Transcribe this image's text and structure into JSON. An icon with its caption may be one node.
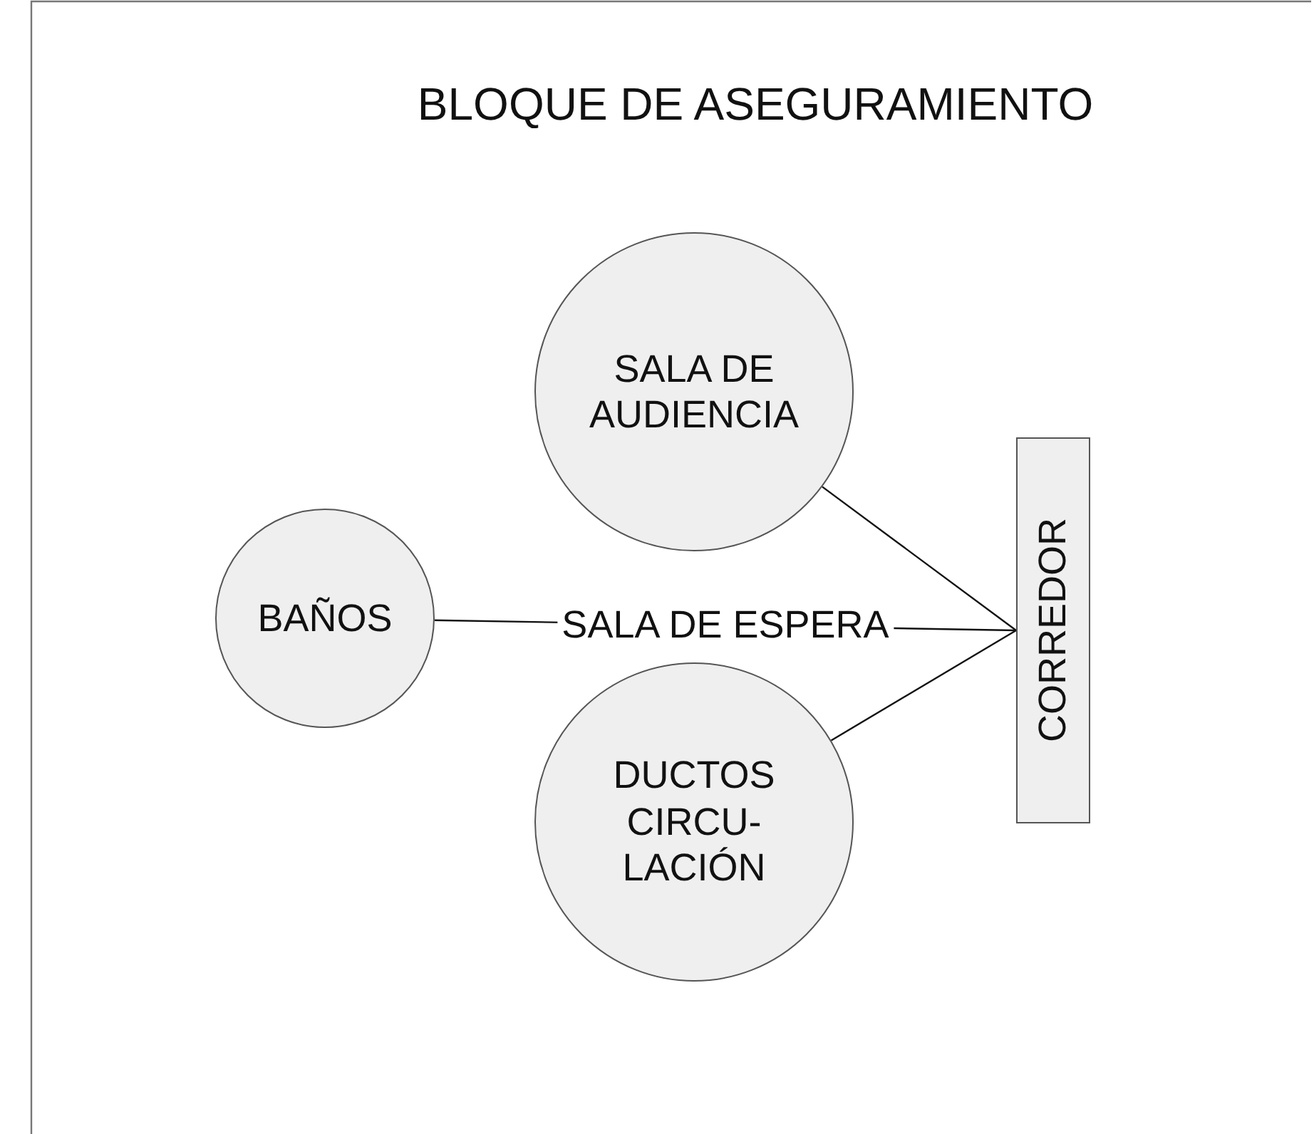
{
  "diagram": {
    "title": "BLOQUE DE ASEGURAMIENTO",
    "nodes": [
      {
        "text": [
          "SALA DE AUDIENCIA"
        ]
      },
      {
        "text": [
          "BAÑOS"
        ]
      },
      {
        "text": [
          "DUCTOS CIRCU- LACIÓN"
        ]
      },
      {
        "text": [
          "CORREDOR"
        ]
      }
    ],
    "edges": [
      {
        "from": 0,
        "to": 3,
        "arrow": "none"
      },
      {
        "from": 1,
        "to": 3,
        "arrow": "none",
        "label": "SALA DE ESPERA"
      },
      {
        "from": 2,
        "to": 3,
        "arrow": "none"
      }
    ]
  }
}
